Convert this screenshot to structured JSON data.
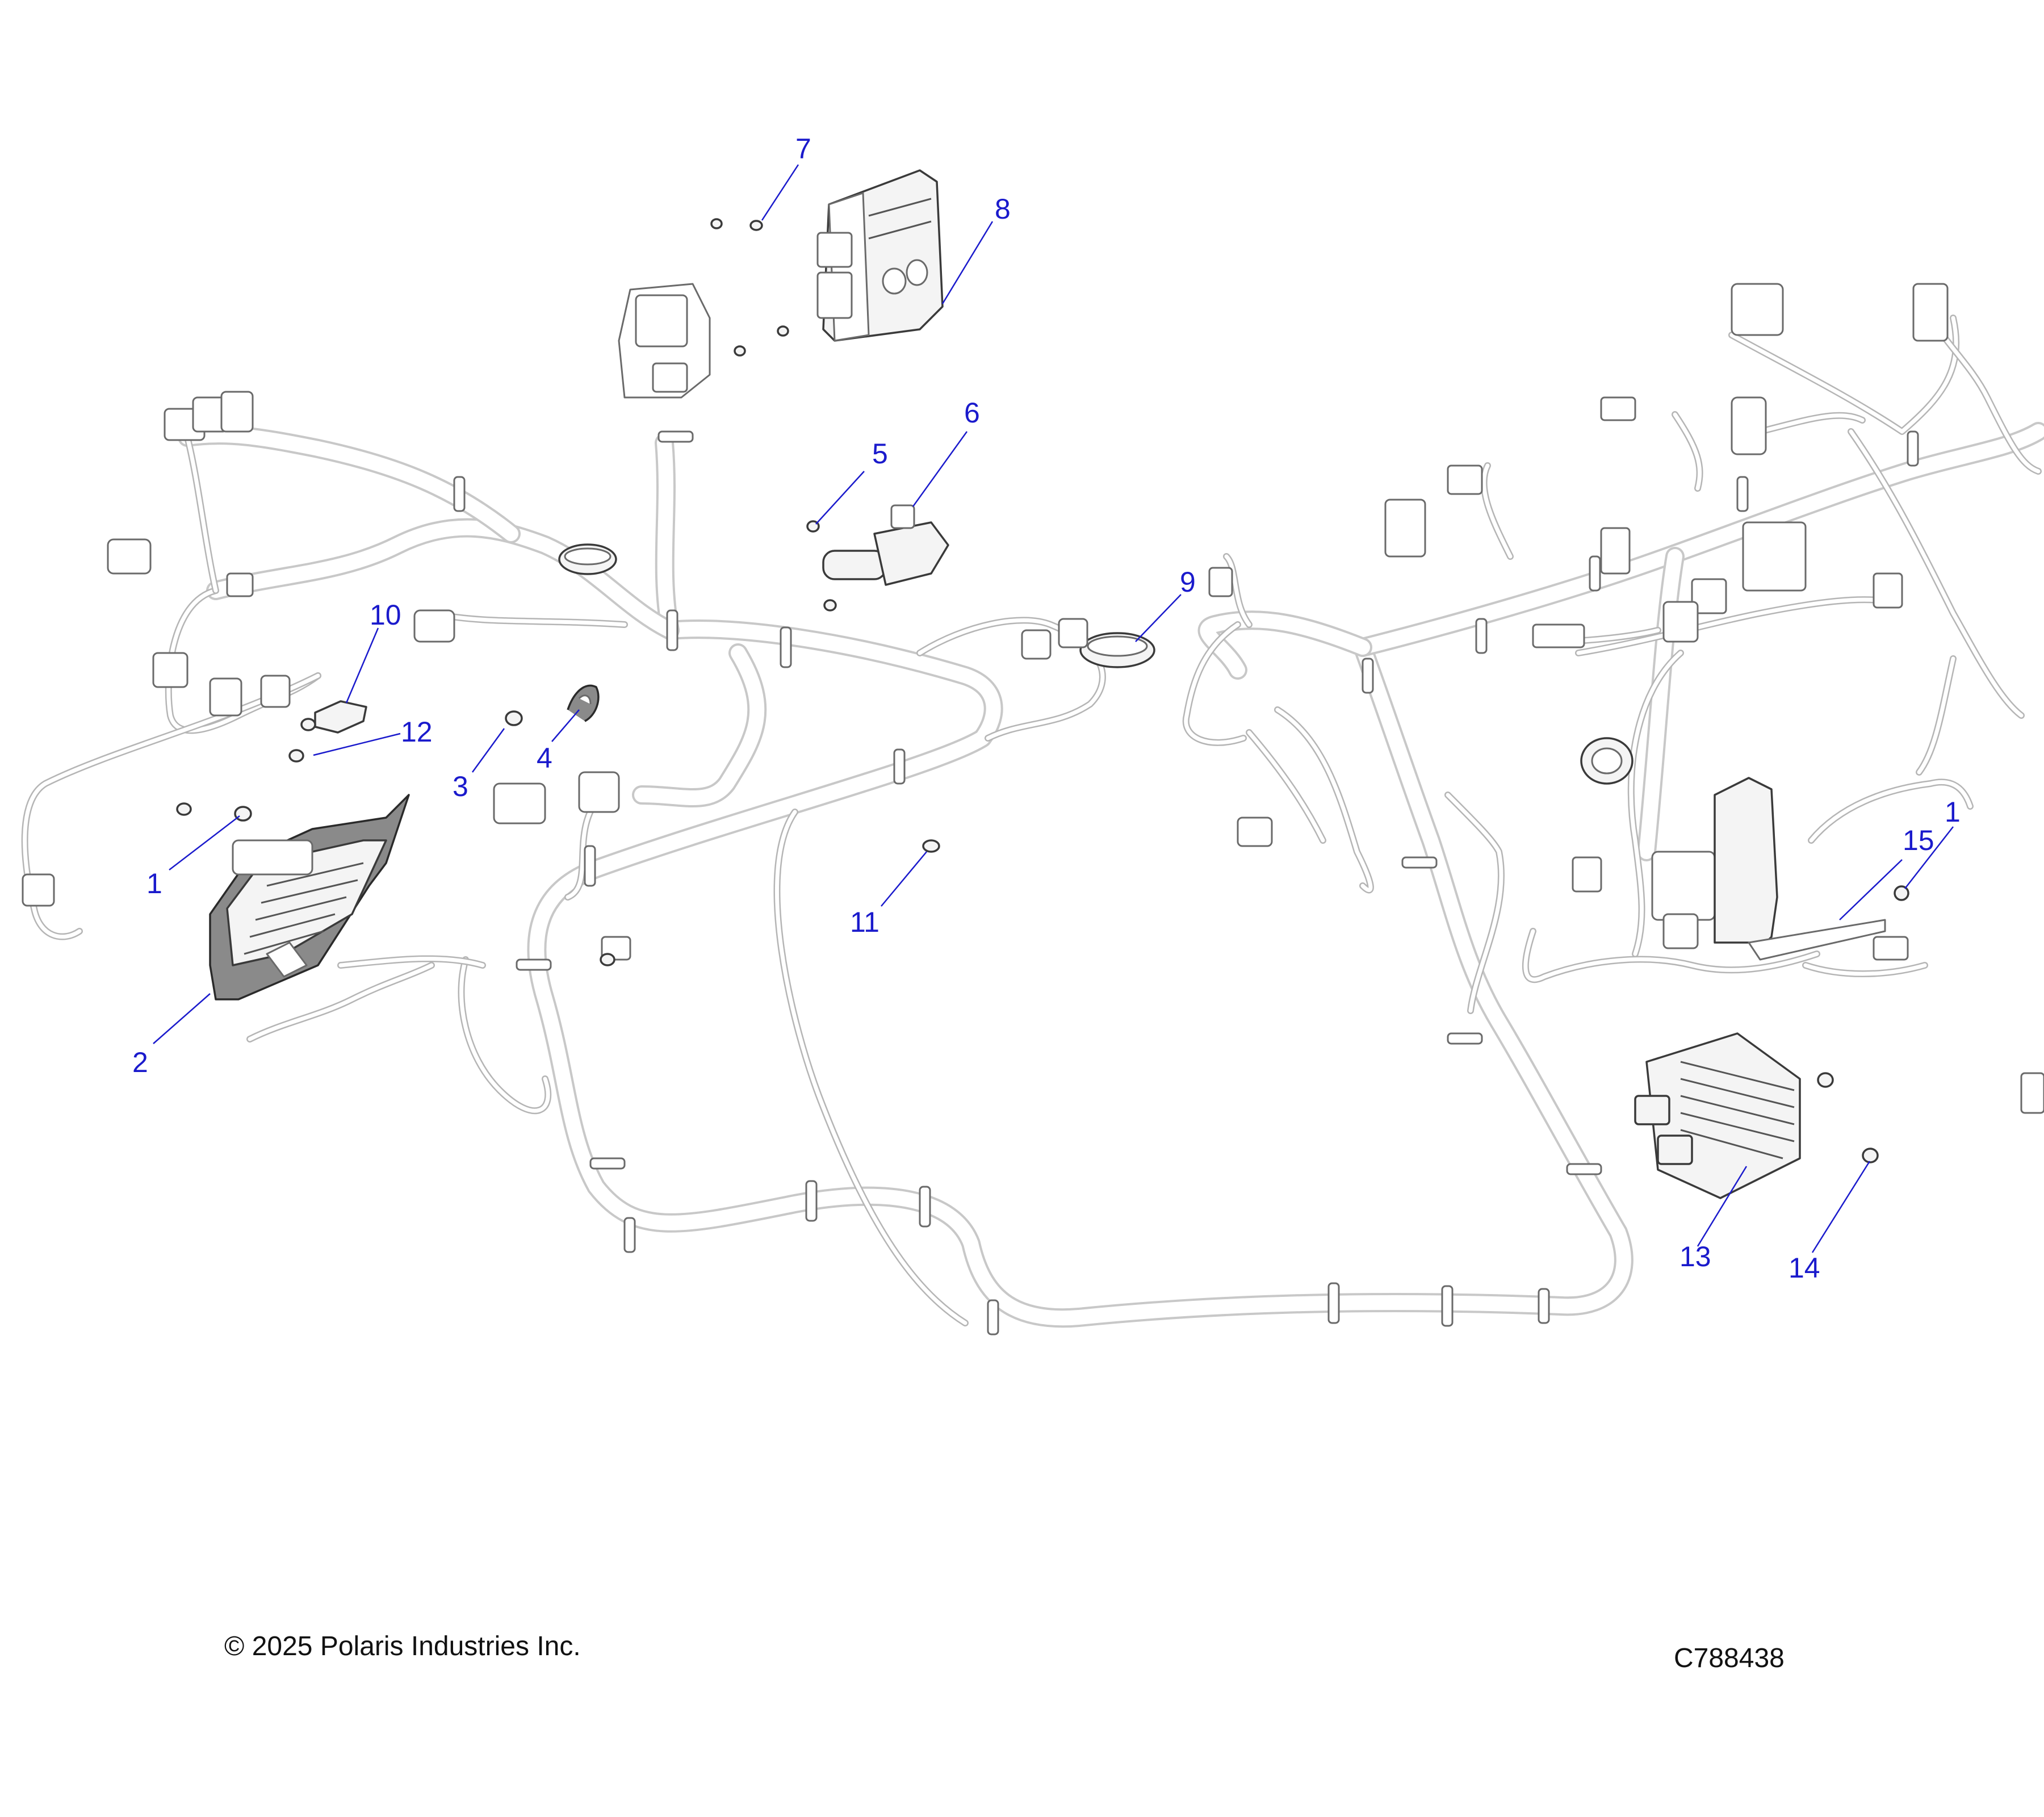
{
  "callouts": [
    {
      "label": "1"
    },
    {
      "label": "2"
    },
    {
      "label": "3"
    },
    {
      "label": "4"
    },
    {
      "label": "5"
    },
    {
      "label": "6"
    },
    {
      "label": "7"
    },
    {
      "label": "8"
    },
    {
      "label": "9"
    },
    {
      "label": "10"
    },
    {
      "label": "11"
    },
    {
      "label": "12"
    },
    {
      "label": "13"
    },
    {
      "label": "14"
    },
    {
      "label": "15"
    },
    {
      "label": "1"
    }
  ],
  "footer": {
    "copyright": "© 2025 Polaris Industries Inc.",
    "drawing_number": "C788438"
  },
  "colors": {
    "callout": "#1a1acc",
    "outline": "#3a3a3a",
    "harness": "#c8c8c8"
  }
}
